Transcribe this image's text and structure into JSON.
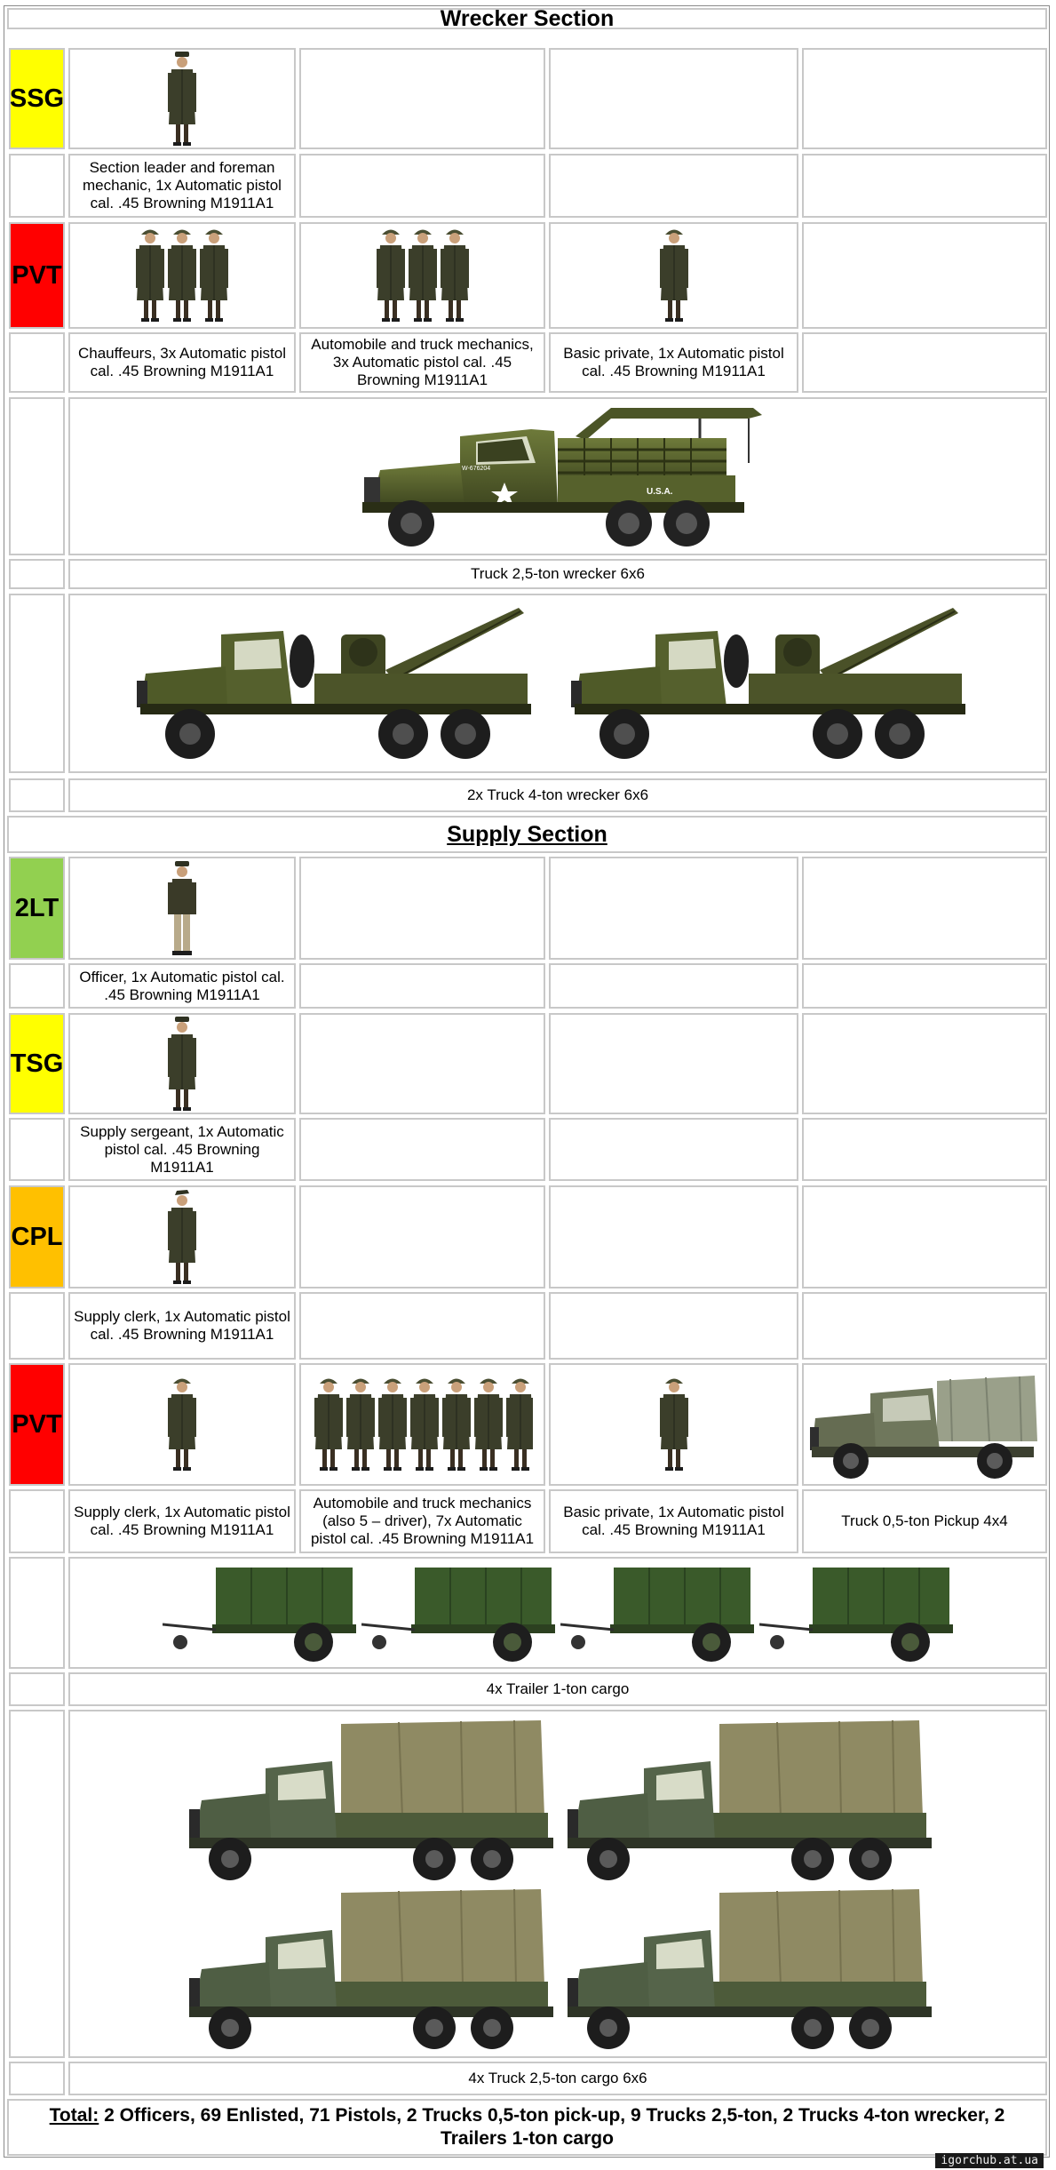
{
  "wrecker": {
    "title": "Wrecker Section",
    "ssg": {
      "rank": "SSG",
      "color": "#ffff00",
      "caption": "Section leader and foreman mechanic, 1x Automatic pistol cal. .45 Browning M1911A1"
    },
    "pvt": {
      "rank": "PVT",
      "color": "#ff0000",
      "captions": [
        "Chauffeurs, 3x Automatic pistol cal. .45 Browning M1911A1",
        "Automobile and truck mechanics, 3x Automatic pistol cal. .45 Browning M1911A1",
        "Basic private, 1x Automatic pistol cal. .45 Browning M1911A1"
      ]
    },
    "truck1": {
      "caption": "Truck 2,5-ton wrecker 6x6",
      "door_marking": "W-676204",
      "bed_marking": "U.S.A."
    },
    "truck2": {
      "caption": "2x Truck 4-ton wrecker 6x6"
    }
  },
  "supply": {
    "title": "Supply Section",
    "lt": {
      "rank": "2LT",
      "color": "#92d050",
      "caption": "Officer, 1x Automatic pistol cal. .45 Browning M1911A1"
    },
    "tsg": {
      "rank": "TSG",
      "color": "#ffff00",
      "caption": "Supply sergeant, 1x Automatic pistol cal. .45 Browning M1911A1"
    },
    "cpl": {
      "rank": "CPL",
      "color": "#ffc000",
      "caption": "Supply clerk, 1x Automatic pistol cal. .45 Browning M1911A1"
    },
    "pvt": {
      "rank": "PVT",
      "color": "#ff0000",
      "captions": [
        "Supply clerk, 1x Automatic pistol cal. .45 Browning M1911A1",
        "Automobile and truck mechanics (also 5 – driver), 7x Automatic pistol cal. .45 Browning M1911A1",
        "Basic private, 1x Automatic pistol cal. .45 Browning M1911A1",
        "Truck 0,5-ton Pickup 4x4"
      ]
    },
    "trailers": {
      "caption": "4x Trailer 1-ton cargo"
    },
    "cargo": {
      "caption": "4x Truck 2,5-ton cargo 6x6"
    }
  },
  "total": {
    "label": "Total:",
    "text": "2 Officers, 69 Enlisted, 71 Pistols, 2 Trucks 0,5-ton pick-up, 9 Trucks 2,5-ton, 2 Trucks 4-ton wrecker, 2 Trailers 1-ton cargo"
  },
  "watermark": "igorchub.at.ua"
}
